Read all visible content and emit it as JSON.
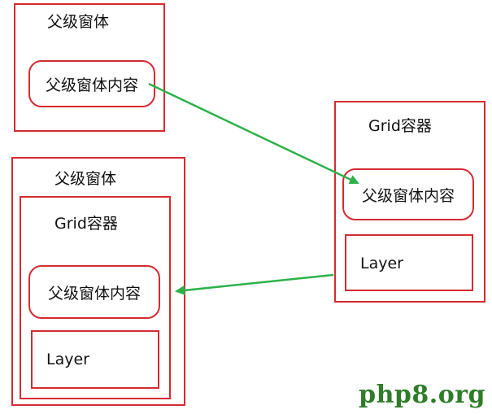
{
  "colors": {
    "border": "#d42b32",
    "arrow": "#2db24a",
    "watermark": "#2f7d2a"
  },
  "top_left": {
    "title": "父级窗体",
    "content": "父级窗体内容"
  },
  "right": {
    "title": "Grid容器",
    "content": "父级窗体内容",
    "layer": "Layer"
  },
  "bottom_left": {
    "title": "父级窗体",
    "grid_title": "Grid容器",
    "content": "父级窗体内容",
    "layer": "Layer"
  },
  "watermark": "php8.org"
}
